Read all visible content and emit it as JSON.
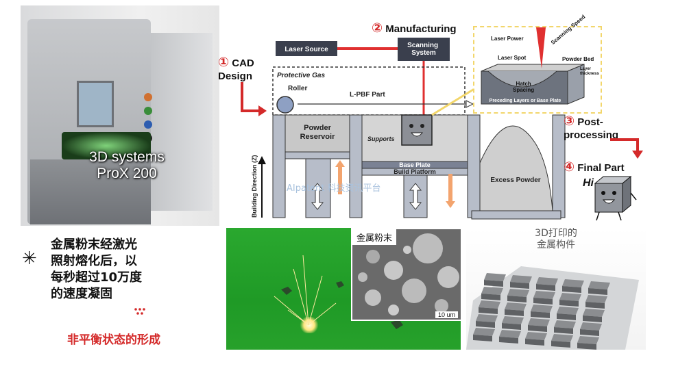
{
  "machine_photo": {
    "line1": "3D systems",
    "line2": "ProX 200"
  },
  "process_steps": [
    {
      "num": "①",
      "label": "CAD\nDesign"
    },
    {
      "num": "②",
      "label": "Manufacturing"
    },
    {
      "num": "③",
      "label": "Post-\nprocessing"
    },
    {
      "num": "④",
      "label": "Final Part"
    }
  ],
  "schematic": {
    "laser_source": "Laser Source",
    "scanning_system": "Scanning\nSystem",
    "protective_gas": "Protective Gas",
    "roller": "Roller",
    "lpbf_part": "L-PBF Part",
    "powder_reservoir": "Powder\nReservoir",
    "supports": "Supports",
    "base_plate": "Base Plate",
    "build_platform": "Build Platform",
    "excess_powder": "Excess Powder",
    "building_direction": "Building Direction (Z)",
    "watermark": "AIpatent 科技资讯平台",
    "mascot_hi": "Hi"
  },
  "inset": {
    "laser_power": "Laser Power",
    "scanning_speed": "Scanning Speed",
    "laser_spot": "Laser Spot",
    "powder_bed": "Powder Bed",
    "layer_thickness": "Layer\nthickness",
    "hatch_spacing": "Hatch\nSpacing",
    "preceding": "Preceding Layers or Base Plate"
  },
  "left_text": {
    "body": "金属粉末经激光\n照射熔化后，以\n每秒超过10万度\n的速度凝固",
    "conclusion": "非平衡状态的形成"
  },
  "powder_photo": {
    "label": "金属粉末",
    "scale": "10 um"
  },
  "parts_photo": {
    "label": "3D打印的\n金属构件"
  },
  "colors": {
    "accent_red": "#d42a2a",
    "dark_box": "#3a3f4d",
    "machine_fill": "#b7bdc9",
    "gold_border": "#f2d66b",
    "laser_green": "#22a52b"
  }
}
